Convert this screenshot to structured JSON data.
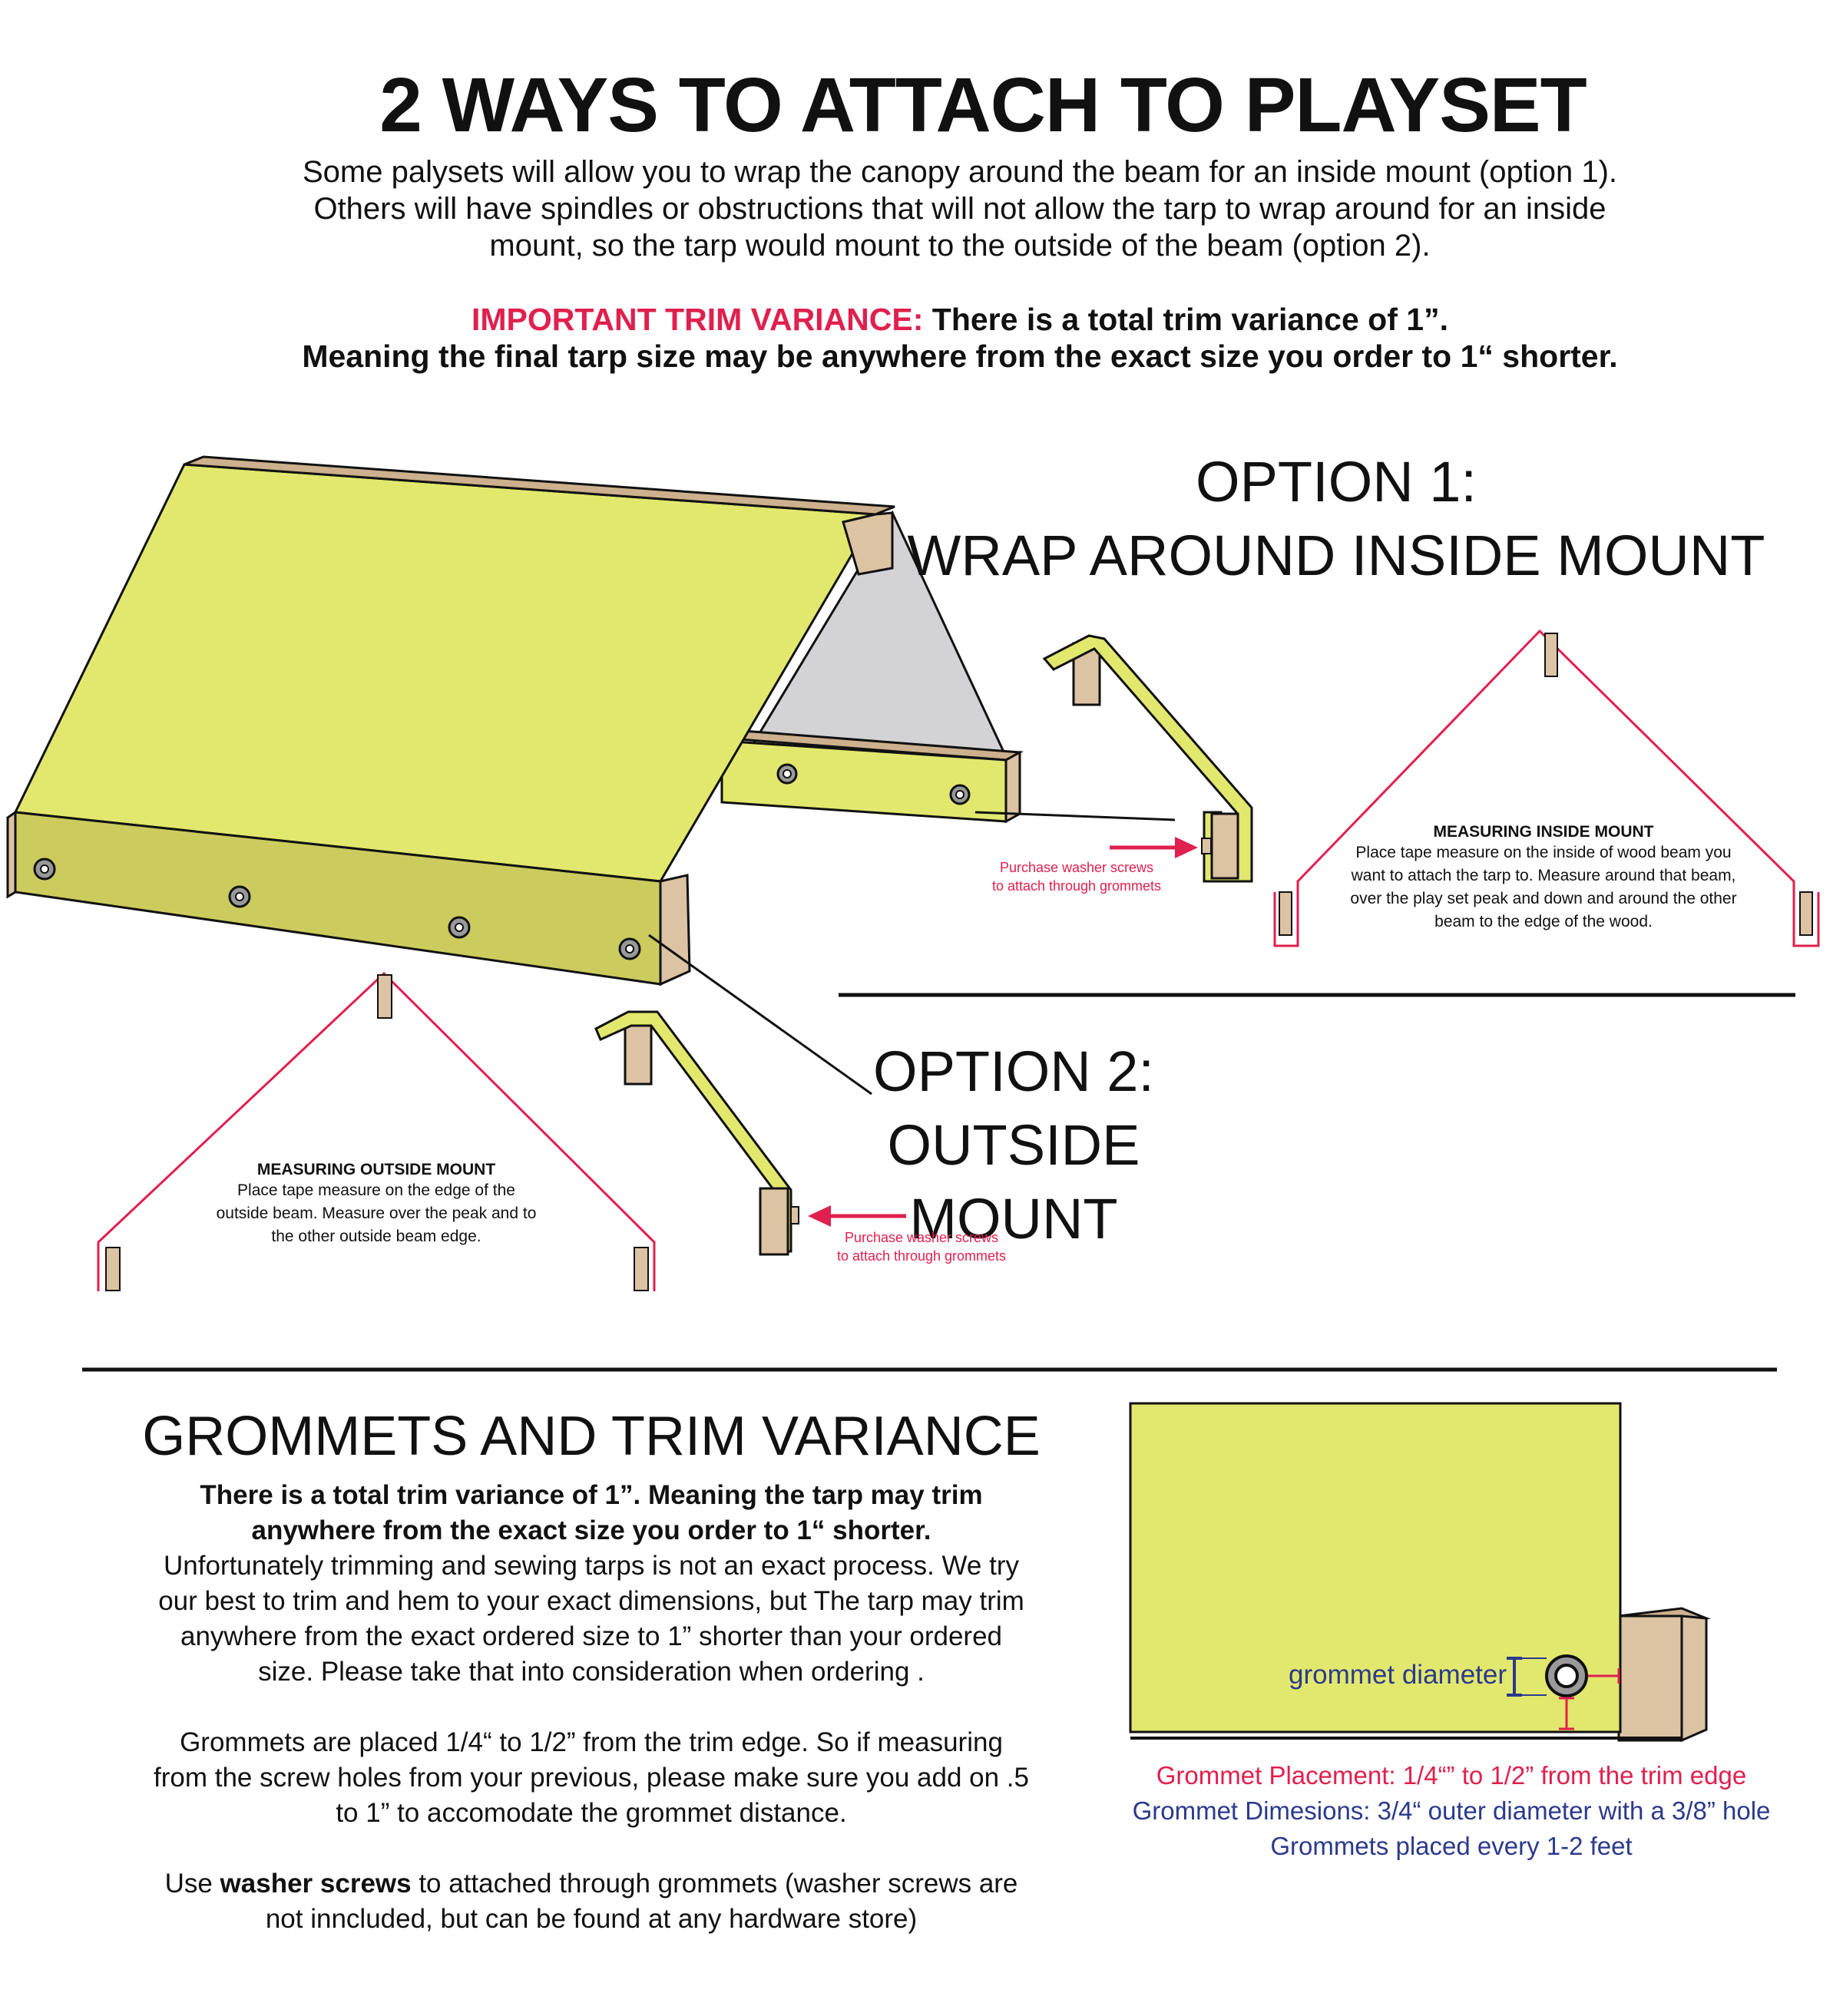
{
  "title": "2 WAYS TO ATTACH TO PLAYSET",
  "intro": {
    "line1": "Some palysets will allow you to wrap the canopy around the beam for an inside mount (option 1).",
    "line2": "Others will have spindles or obstructions that will not allow the tarp to wrap around for an inside",
    "line3": "mount, so the tarp would mount to the outside of the beam (option 2)."
  },
  "trim_note": {
    "label": "IMPORTANT TRIM VARIANCE:",
    "text1": " There is a total  trim variance of 1”.",
    "text2": "Meaning the final tarp size may be anywhere from the exact size you order to 1“ shorter."
  },
  "option1": {
    "line1": "OPTION 1:",
    "line2": "WRAP AROUND INSIDE MOUNT",
    "hint1": "Purchase washer screws",
    "hint2": "to attach through grommets",
    "measure_title": "MEASURING INSIDE MOUNT",
    "measure_l1": "Place  tape measure on the inside of wood beam you",
    "measure_l2": "want to attach the tarp to. Measure around that beam,",
    "measure_l3": "over the play set peak and down and around the other",
    "measure_l4": "beam to the edge of the wood."
  },
  "option2": {
    "line1": "OPTION 2:",
    "line2": "OUTSIDE MOUNT",
    "hint1": "Purchase washer screws",
    "hint2": "to attach through grommets",
    "measure_title": "MEASURING OUTSIDE MOUNT",
    "measure_l1": "Place  tape measure on the edge of the",
    "measure_l2": "outside beam. Measure over the peak and to",
    "measure_l3": "the other outside beam edge."
  },
  "grommets": {
    "title": "GROMMETS AND TRIM VARIANCE",
    "bold1": "There is a total  trim variance of 1”. Meaning the tarp may trim",
    "bold2": "anywhere from the exact size you order to 1“ shorter.",
    "para1_l1": "Unfortunately trimming and sewing tarps is not an exact process. We try",
    "para1_l2": "our best to trim and hem to your exact dimensions, but The tarp may trim",
    "para1_l3": "anywhere from the exact ordered size to 1” shorter than your ordered",
    "para1_l4": "size. Please take that into consideration when ordering .",
    "para2_l1": "Grommets are placed 1/4“ to 1/2” from the trim edge. So if measuring",
    "para2_l2": "from the screw holes from your previous, please make sure you add on .5",
    "para2_l3": "to 1” to accomodate the grommet distance.",
    "para3_pre": "Use ",
    "para3_bold": "washer screws",
    "para3_post": " to attached through grommets  (washer screws are",
    "para3_l2": "not inncluded, but can be found at any hardware store)",
    "diagram_label": "grommet diameter",
    "placement": "Grommet Placement: 1/4“” to 1/2” from the trim edge",
    "dimensions": "Grommet Dimesions: 3/4“ outer diameter with a 3/8” hole",
    "spacing": "Grommets placed every 1-2 feet"
  },
  "colors": {
    "tarp": "#e2e86d",
    "tarp_shade": "#cccb5e",
    "wood": "#dcc3a3",
    "gray": "#d3d3d5",
    "red": "#e0204e",
    "blue": "#2b3a8c"
  }
}
